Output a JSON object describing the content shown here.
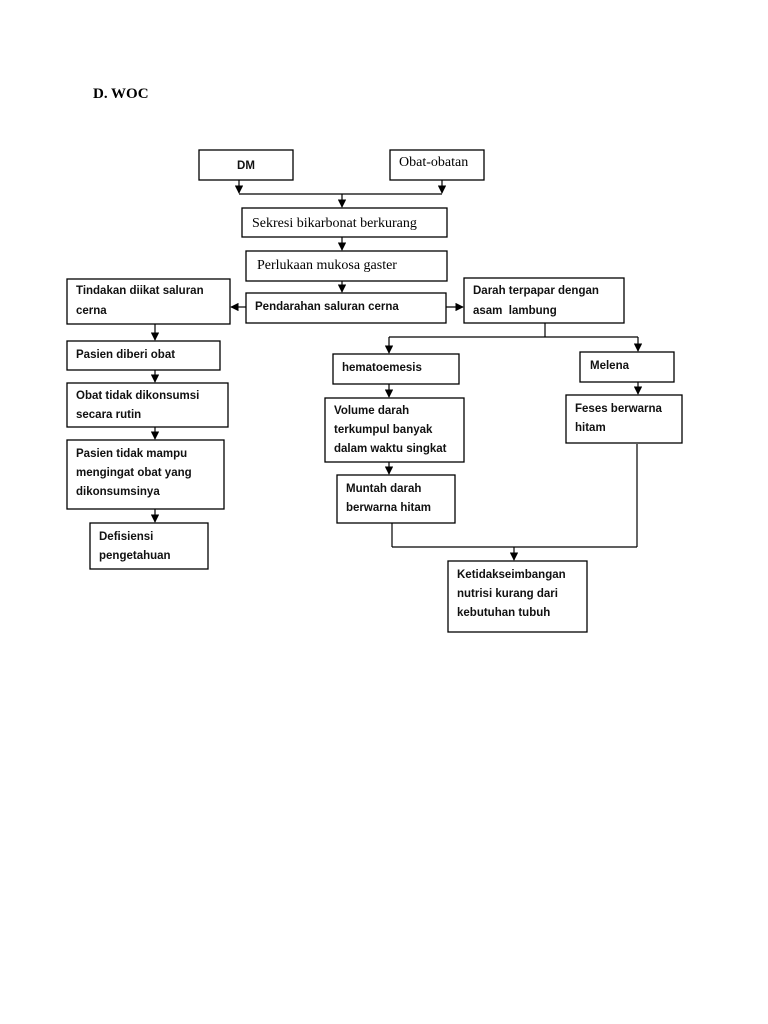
{
  "heading": "D. WOC",
  "nodes": {
    "dm": "DM",
    "obat": "Obat-obatan",
    "sekresi": "Sekresi bikarbonat berkurang",
    "perlukaan": "Perlukaan mukosa gaster",
    "pendarahan": "Pendarahan saluran cerna",
    "tindakan": [
      "Tindakan diikat saluran",
      "cerna"
    ],
    "darah": [
      "Darah terpapar dengan",
      "asam  lambung"
    ],
    "pasien_obat": "Pasien diberi obat",
    "obat_tidak": [
      "Obat tidak dikonsumsi",
      "secara rutin"
    ],
    "pasien_mampu": [
      "Pasien tidak mampu",
      "mengingat obat yang",
      "dikonsumsinya"
    ],
    "defisiensi": [
      "Defisiensi",
      "pengetahuan"
    ],
    "hematoemesis": "hematoemesis",
    "melena": "Melena",
    "volume": [
      "Volume darah",
      "terkumpul banyak",
      "dalam waktu singkat"
    ],
    "feses": [
      "Feses berwarna",
      "hitam"
    ],
    "muntah": [
      "Muntah darah",
      "berwarna hitam"
    ],
    "ketidak": [
      "Ketidakseimbangan",
      "nutrisi kurang dari",
      "kebutuhan tubuh"
    ]
  }
}
